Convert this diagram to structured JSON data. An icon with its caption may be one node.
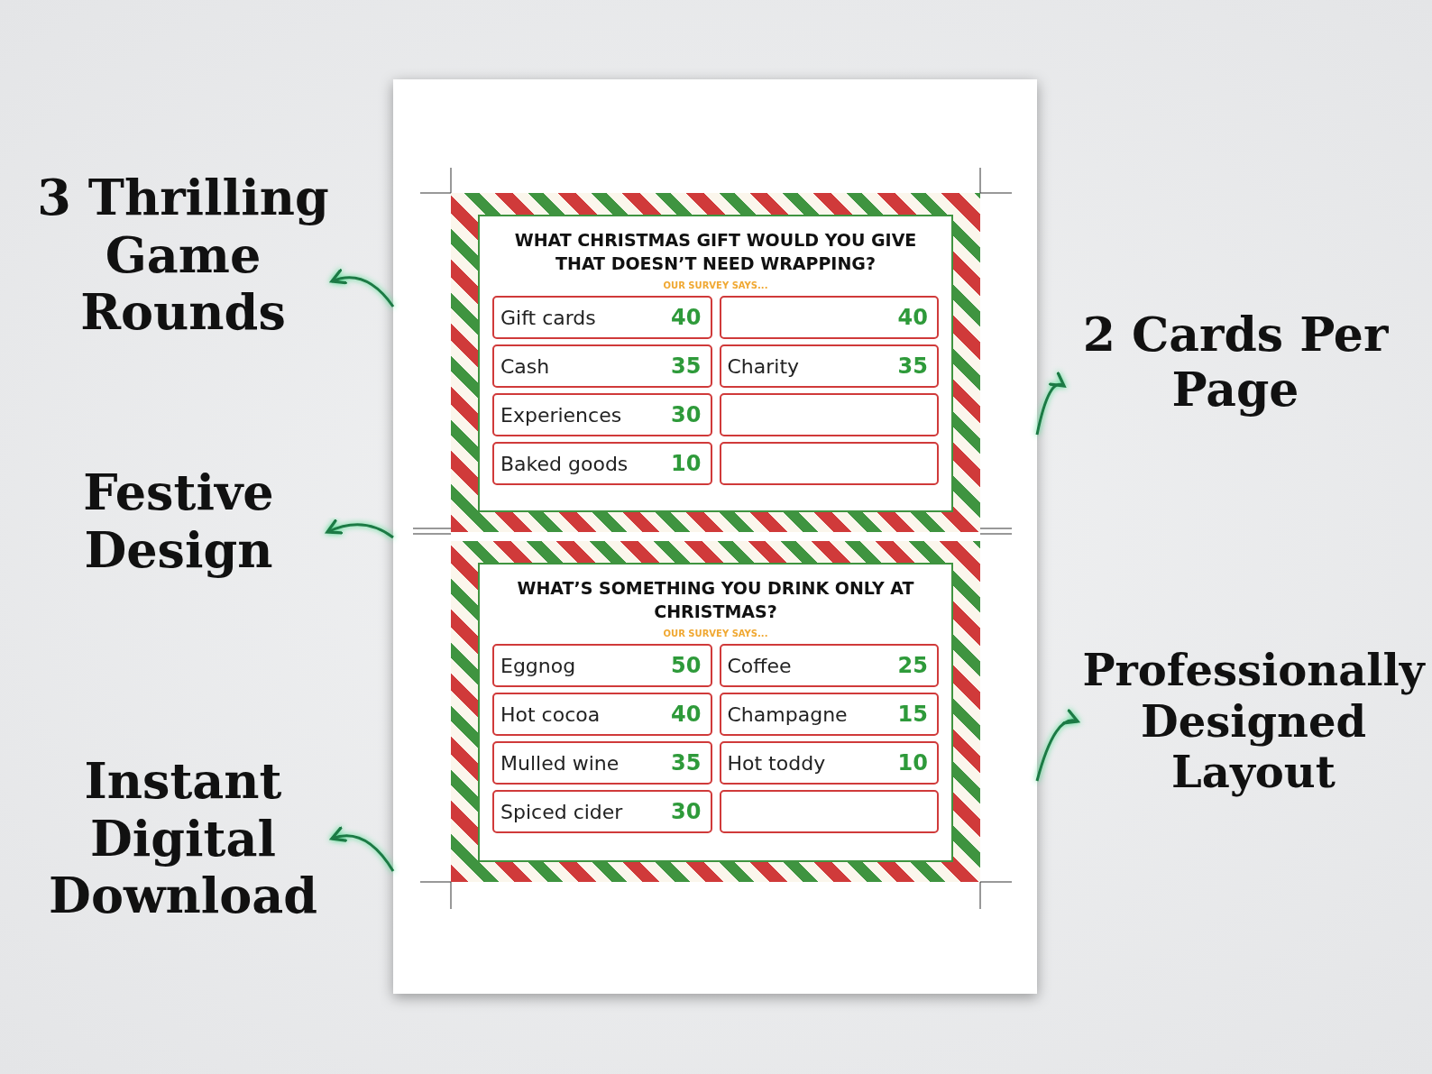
{
  "diagram": {
    "nodes": [
      {
        "text": [],
        "shape": "box"
      },
      {
        "text": [
          "WHAT CHRISTMAS GIFT WOULD YOU GIVE THAT DOESN’T NEED WRAPPING?",
          "OUR SURVEY SAYS..."
        ],
        "in": 0
      },
      {
        "text": [
          "Gift cards",
          "40"
        ],
        "in": 1
      },
      {
        "text": [
          "40"
        ],
        "in": 1
      },
      {
        "text": [
          "Cash",
          "35"
        ],
        "in": 1
      },
      {
        "text": [
          "Charity",
          "35"
        ],
        "in": 1
      },
      {
        "text": [
          "Experiences",
          "30"
        ],
        "in": 1
      },
      {
        "text": [],
        "shape": "box",
        "in": 1
      },
      {
        "text": [
          "Baked goods",
          "10"
        ],
        "in": 1
      },
      {
        "text": [],
        "shape": "box",
        "in": 1
      },
      {
        "text": [
          "WHAT’S SOMETHING YOU DRINK ONLY AT CHRISTMAS?",
          "OUR SURVEY SAYS..."
        ],
        "in": 0
      },
      {
        "text": [
          "Eggnog",
          "50"
        ],
        "in": 10
      },
      {
        "text": [
          "Coffee",
          "25"
        ],
        "in": 10
      },
      {
        "text": [
          "Hot cocoa",
          "40"
        ],
        "in": 10
      },
      {
        "text": [
          "Champagne",
          "15"
        ],
        "in": 10
      },
      {
        "text": [
          "Mulled wine",
          "35"
        ],
        "in": 10
      },
      {
        "text": [
          "Hot toddy",
          "10"
        ],
        "in": 10
      },
      {
        "text": [
          "Spiced cider",
          "30"
        ],
        "in": 10
      },
      {
        "text": [],
        "shape": "box",
        "in": 10
      },
      {
        "text": [
          "3 Thrilling Game Rounds"
        ]
      },
      {
        "text": [
          "2 Cards Per Page"
        ]
      },
      {
        "text": [
          "Festive Design"
        ]
      },
      {
        "text": [
          "Professionally Designed Layout"
        ]
      },
      {
        "text": [
          "Instant Digital Download"
        ]
      }
    ],
    "edges": [
      {
        "from": 0,
        "to": 19,
        "arrow": "to"
      },
      {
        "from": 0,
        "to": 20,
        "arrow": "to"
      },
      {
        "from": 0,
        "to": 21,
        "arrow": "to"
      },
      {
        "from": 0,
        "to": 22,
        "arrow": "to"
      },
      {
        "from": 0,
        "to": 23,
        "arrow": "to"
      }
    ]
  }
}
